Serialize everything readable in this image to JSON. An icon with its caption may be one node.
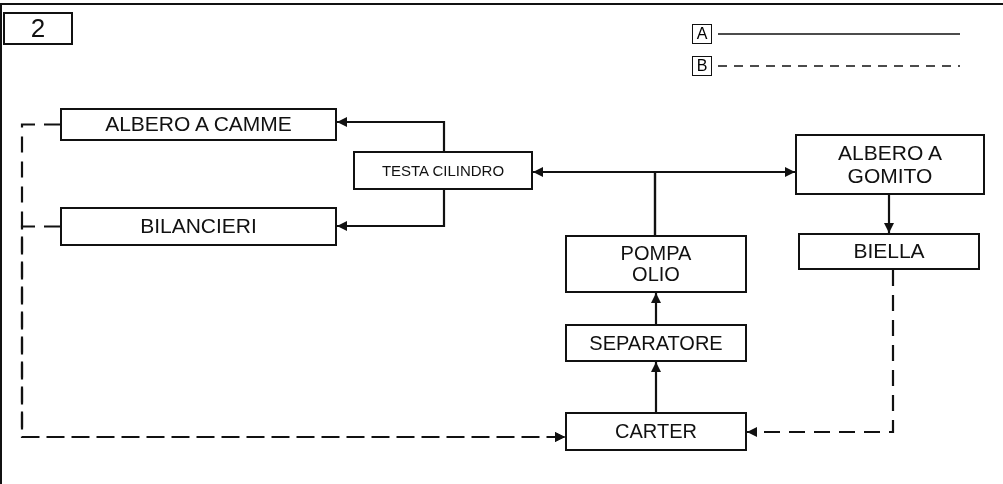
{
  "diagram": {
    "nodes": [
      {
        "text": [
          "2"
        ]
      },
      {
        "text": [
          "ALBERO A CAMME"
        ]
      },
      {
        "text": [
          "TESTA CILINDRO"
        ]
      },
      {
        "text": [
          "ALBERO A GOMITO"
        ]
      },
      {
        "text": [
          "BILANCIERI"
        ]
      },
      {
        "text": [
          "POMPA OLIO"
        ]
      },
      {
        "text": [
          "BIELLA"
        ]
      },
      {
        "text": [
          "SEPARATORE"
        ]
      },
      {
        "text": [
          "CARTER"
        ]
      }
    ],
    "edges": [
      {
        "from": 2,
        "to": 1,
        "arrow": "to"
      },
      {
        "from": 2,
        "to": 4,
        "arrow": "to"
      },
      {
        "from": 5,
        "to": 2,
        "arrow": "to"
      },
      {
        "from": 5,
        "to": 3,
        "arrow": "to"
      },
      {
        "from": 3,
        "to": 6,
        "arrow": "to"
      },
      {
        "from": 7,
        "to": 5,
        "arrow": "to"
      },
      {
        "from": 8,
        "to": 7,
        "arrow": "to"
      },
      {
        "from": 1,
        "to": 8,
        "arrow": "to",
        "style": "dashed"
      },
      {
        "from": 4,
        "to": 8,
        "arrow": "to",
        "style": "dashed"
      },
      {
        "from": 6,
        "to": 8,
        "arrow": "to",
        "style": "dashed"
      }
    ],
    "legend": [
      {
        "text": "A"
      },
      {
        "text": "B"
      }
    ]
  }
}
